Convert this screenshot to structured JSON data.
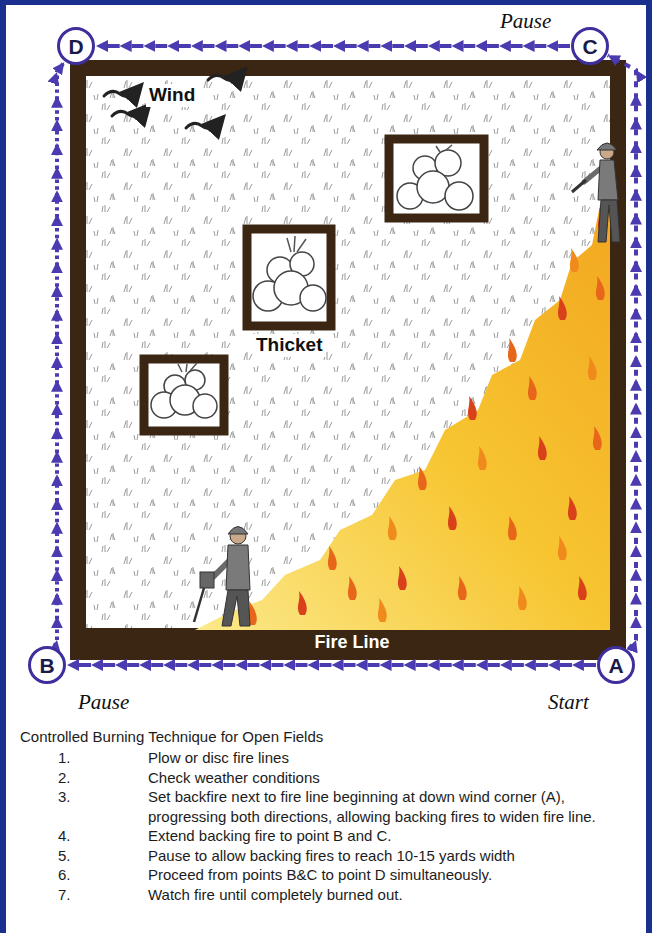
{
  "diagram": {
    "caption": "Controlled Burning Technique for Open Fields",
    "nodes": [
      {
        "text": [
          "D"
        ]
      },
      {
        "text": [
          "C"
        ]
      },
      {
        "text": [
          "B"
        ]
      },
      {
        "text": [
          "A"
        ]
      }
    ],
    "edges": [
      {
        "from": 3,
        "to": 2,
        "arrow": "to"
      },
      {
        "from": 3,
        "to": 1,
        "arrow": "to"
      },
      {
        "from": 1,
        "to": 0,
        "arrow": "to"
      },
      {
        "from": 2,
        "to": 0,
        "arrow": "to"
      }
    ],
    "labels": [
      "Pause",
      "Wind",
      "Thicket",
      "Fire Line",
      "Pause",
      "Start",
      "1.",
      "Plow or disc fire lines",
      "2.",
      "Check weather conditions",
      "3.",
      "Set backfire next to fire line beginning at down wind corner (A), progressing both directions, allowing backing fires to widen fire line.",
      "4.",
      "Extend backing fire to point B and C.",
      "5.",
      "Pause to allow backing fires to reach 10-15 yards width",
      "6.",
      "Proceed from points B&C to point D simultaneously.",
      "7.",
      "Watch fire until completely burned out."
    ]
  }
}
